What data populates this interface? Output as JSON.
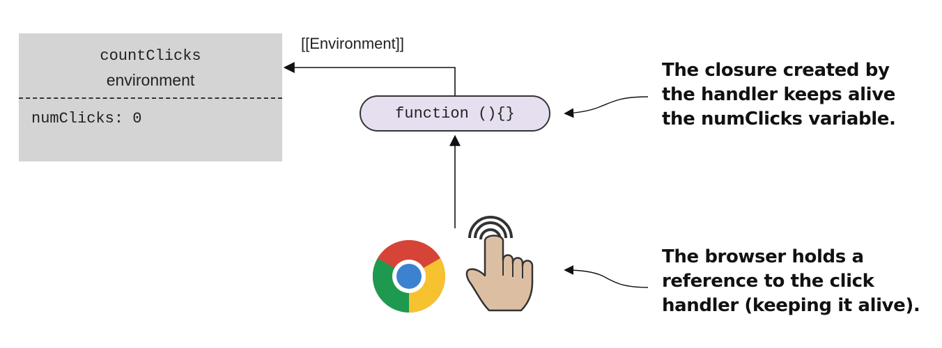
{
  "environment": {
    "name": "countClicks",
    "subtitle": "environment",
    "variable": "numClicks: 0",
    "background_color": "#d4d4d4"
  },
  "environment_link_label": "[[Environment]]",
  "function_node": {
    "label": "function (){}",
    "fill_color": "#e5dff0"
  },
  "icons": {
    "browser": "chrome-logo-icon",
    "pointer": "tapping-hand-icon"
  },
  "annotations": {
    "closure": [
      "The closure created by",
      "the handler keeps alive",
      "the numClicks variable."
    ],
    "browser": [
      "The browser holds a",
      "reference to the click",
      "handler (keeping it alive)."
    ]
  }
}
